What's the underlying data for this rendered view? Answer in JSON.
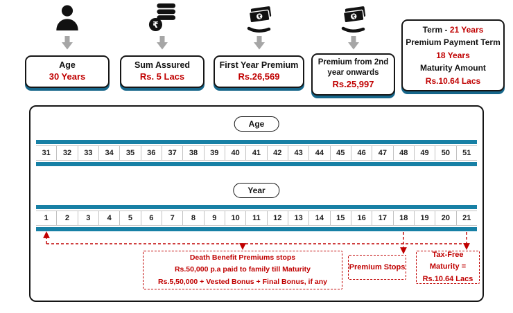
{
  "header": {
    "items": [
      {
        "icon": "person-icon",
        "label": "Age",
        "value": "30 Years"
      },
      {
        "icon": "rupee-coins-icon",
        "label": "Sum Assured",
        "value": "Rs. 5 Lacs"
      },
      {
        "icon": "cash-in-hand-icon",
        "label": "First Year Premium",
        "value": "Rs.26,569"
      },
      {
        "icon": "cash-in-hand-icon",
        "label": "Premium from 2nd year onwards",
        "value": "Rs.25,997"
      }
    ],
    "summary": {
      "term_label": "Term  -",
      "term_value": "21 Years",
      "ppt_label": "Premium Payment Term",
      "ppt_value": "18 Years",
      "maturity_label": "Maturity Amount",
      "maturity_value": "Rs.10.64 Lacs"
    }
  },
  "timeline": {
    "age_label": "Age",
    "ages": [
      "31",
      "32",
      "33",
      "34",
      "35",
      "36",
      "37",
      "38",
      "39",
      "40",
      "41",
      "42",
      "43",
      "44",
      "45",
      "46",
      "47",
      "48",
      "49",
      "50",
      "51"
    ],
    "year_label": "Year",
    "years": [
      "1",
      "2",
      "3",
      "4",
      "5",
      "6",
      "7",
      "8",
      "9",
      "10",
      "11",
      "12",
      "13",
      "14",
      "15",
      "16",
      "17",
      "18",
      "19",
      "20",
      "21"
    ]
  },
  "annotations": {
    "death_benefit_line1": "Death Benefit Premiums stops",
    "death_benefit_line2": "Rs.50,000 p.a paid to family till Maturity",
    "death_benefit_line3": "Rs.5,50,000 + Vested Bonus + Final Bonus, if any",
    "premium_stops": "Premium Stops",
    "tax_free_line1": "Tax-Free Maturity =",
    "tax_free_line2": "Rs.10.64 Lacs"
  },
  "colors": {
    "accent_red": "#c00000",
    "bar_teal": "#1780a5",
    "box_shadow_blue": "#16668a",
    "arrow_gray": "#a6a6a6"
  }
}
